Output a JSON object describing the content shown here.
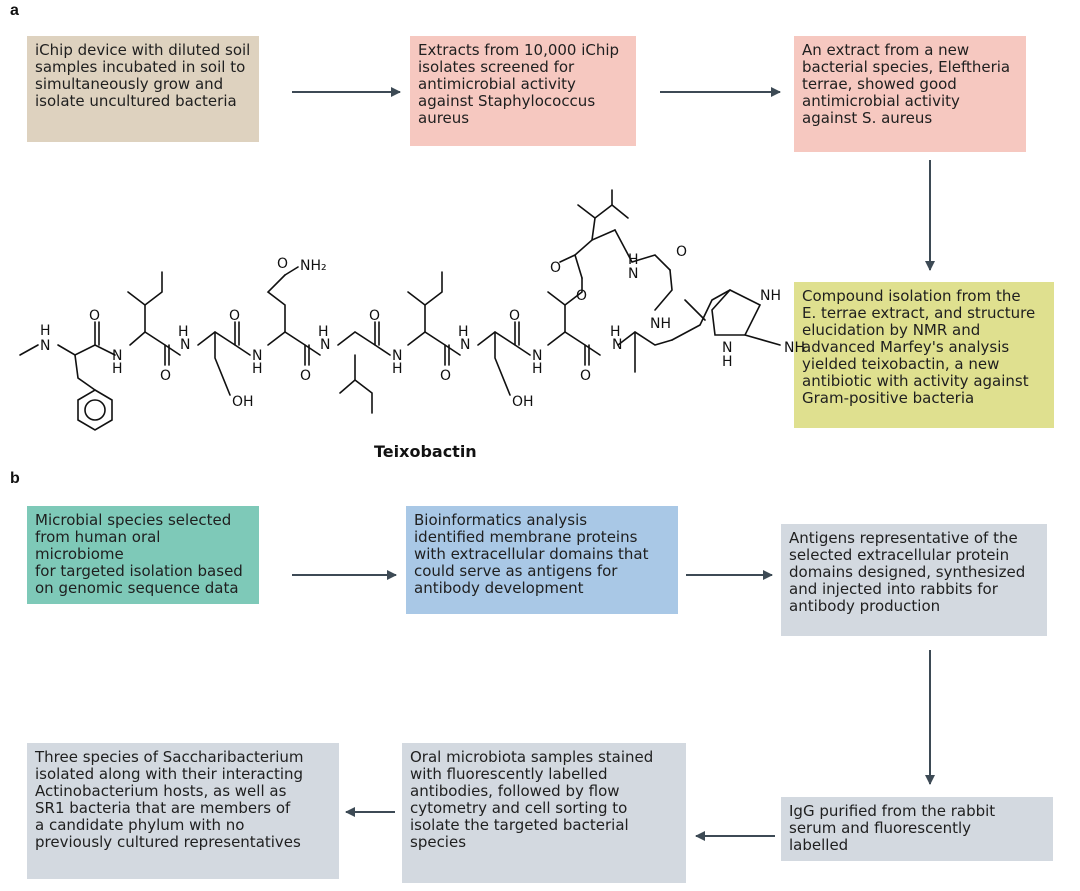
{
  "panel_a": {
    "label": "a",
    "box1": [
      "iChip device with diluted soil",
      "samples incubated in soil to",
      "simultaneously grow and",
      "isolate uncultured bacteria"
    ],
    "box2": [
      "Extracts from 10,000 iChip",
      "isolates screened for",
      "antimicrobial activity",
      "against Staphylococcus",
      "aureus"
    ],
    "box3": [
      "An extract from a new",
      "bacterial species, Eleftheria",
      "terrae, showed good",
      "antimicrobial activity",
      "against S. aureus"
    ],
    "box4": [
      "Compound isolation from the",
      "E. terrae extract, and structure",
      "elucidation by NMR and",
      "advanced Marfey's analysis",
      "yielded teixobactin, a new",
      "antibiotic with activity against",
      "Gram-positive bacteria"
    ],
    "compound_name": "Teixobactin",
    "atoms": {
      "n_methyl": "N",
      "h_methyl": "H",
      "nh2": "NH₂",
      "o": "O",
      "oh": "OH",
      "n": "N",
      "h": "H",
      "nh": "NH",
      "imine": "NH"
    }
  },
  "panel_b": {
    "label": "b",
    "box1": [
      "Microbial species selected",
      "from human oral microbiome",
      "for targeted isolation based",
      "on genomic sequence data"
    ],
    "box2": [
      "Bioinformatics analysis",
      "identified membrane proteins",
      "with extracellular domains that",
      "could serve as antigens for",
      "antibody development"
    ],
    "box3": [
      "Antigens representative of the",
      "selected extracellular protein",
      "domains designed, synthesized",
      "and injected into rabbits for",
      "antibody production"
    ],
    "box4": [
      "IgG purified from the rabbit",
      "serum and fluorescently",
      "labelled"
    ],
    "box5": [
      "Oral microbiota samples stained",
      "with  fluorescently labelled",
      "antibodies, followed by flow",
      "cytometry and cell sorting to",
      "isolate the targeted bacterial",
      "species"
    ],
    "box6": [
      "Three species of Saccharibacterium",
      "isolated along with their interacting",
      "Actinobacterium hosts, as well as",
      "SR1 bacteria that are members of",
      "a candidate phylum with no",
      "previously cultured representatives"
    ]
  },
  "colors": {
    "beige": "#ded2bf",
    "salmon": "#f6c8c0",
    "olive": "#dfe08f",
    "teal": "#7ec9b8",
    "blue": "#a9c8e6",
    "grey": "#d3d9e0",
    "arrow": "#3d4a55"
  }
}
